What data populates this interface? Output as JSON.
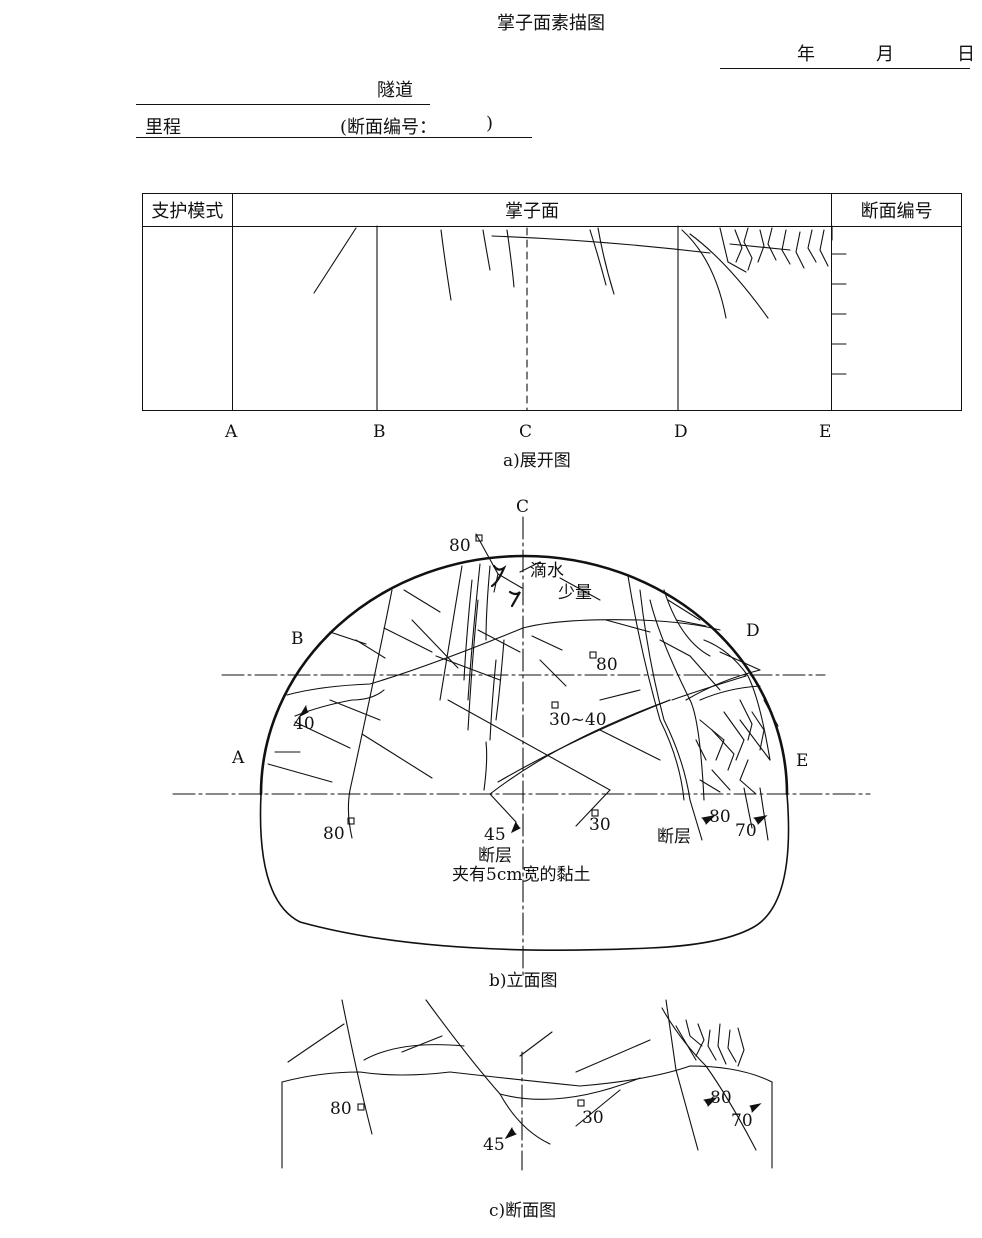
{
  "header": {
    "title": "掌子面素描图",
    "date": {
      "year": "年",
      "month": "月",
      "day": "日"
    },
    "tunnel_label": "隧道",
    "mileage_label": "里程",
    "section_no_label": "(断面编号：",
    "section_no_close": ")"
  },
  "table": {
    "col_support": "支护模式",
    "col_face": "掌子面",
    "col_section": "断面编号"
  },
  "expanded_view": {
    "points": [
      "A",
      "B",
      "C",
      "D",
      "E"
    ],
    "caption": "a)展开图"
  },
  "elevation_view": {
    "points": {
      "top": "C",
      "left_upper": "B",
      "left": "A",
      "right_upper": "D",
      "right": "E"
    },
    "labels": {
      "drip": "滴水",
      "small": "少量",
      "dip_80_top": "80",
      "dip_80_mid": "80",
      "dip_40": "40",
      "dip_30_40": "30~40",
      "dip_80_left": "80",
      "dip_45": "45",
      "dip_30": "30",
      "dip_80_right": "80",
      "dip_70": "70",
      "fault_left": "断层",
      "fault_right": "断层",
      "clay": "夹有5cm宽的黏土"
    },
    "caption": "b)立面图"
  },
  "section_view": {
    "labels": {
      "dip_80": "80",
      "dip_45": "45",
      "dip_30": "30",
      "dip_80_r": "80",
      "dip_70": "70"
    },
    "caption": "c)断面图"
  }
}
